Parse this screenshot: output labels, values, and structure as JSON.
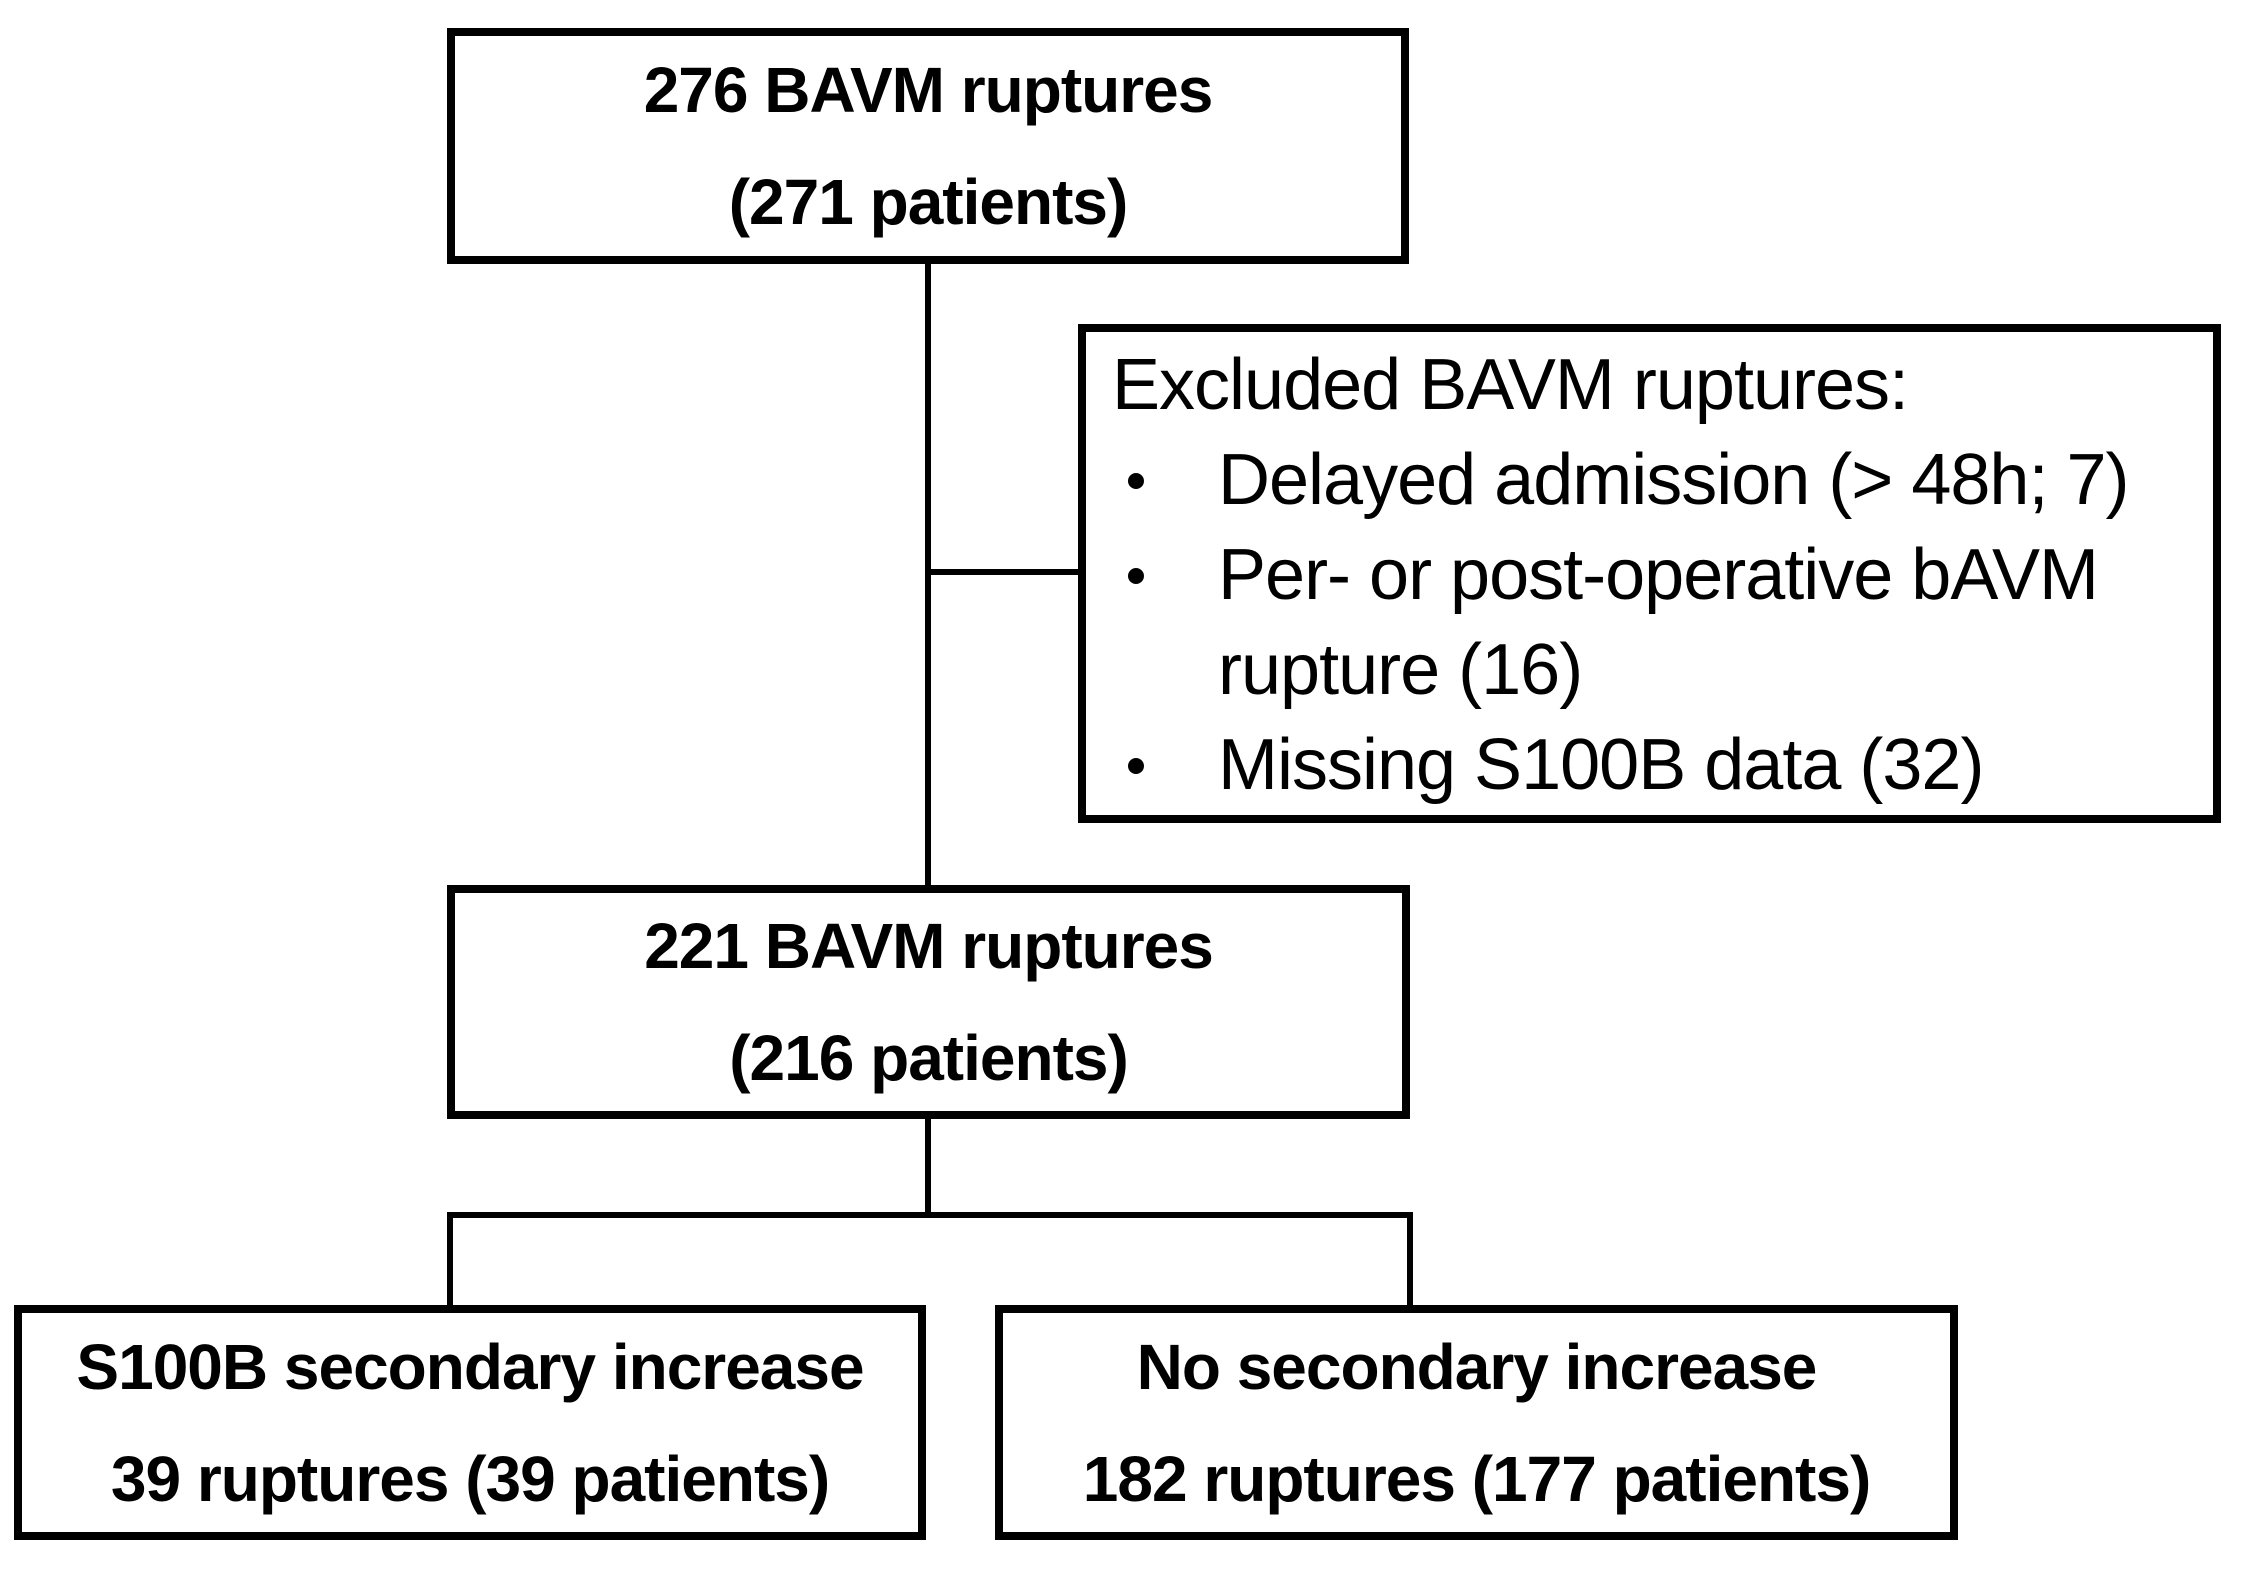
{
  "boxes": {
    "top": {
      "line1": "276 BAVM ruptures",
      "line2": "(271 patients)"
    },
    "middle": {
      "line1": "221 BAVM ruptures",
      "line2": "(216 patients)"
    },
    "bottom_left": {
      "line1": "S100B secondary increase",
      "line2": "39 ruptures (39 patients)"
    },
    "bottom_right": {
      "line1": "No secondary increase",
      "line2": "182 ruptures (177 patients)"
    }
  },
  "excluded": {
    "title": "Excluded BAVM ruptures:",
    "items": [
      "Delayed admission (> 48h; 7)",
      "Per- or post-operative bAVM rupture (16)",
      "Missing S100B data (32)"
    ]
  },
  "colors": {
    "line": "#000000",
    "text": "#000000",
    "background": "#ffffff"
  }
}
